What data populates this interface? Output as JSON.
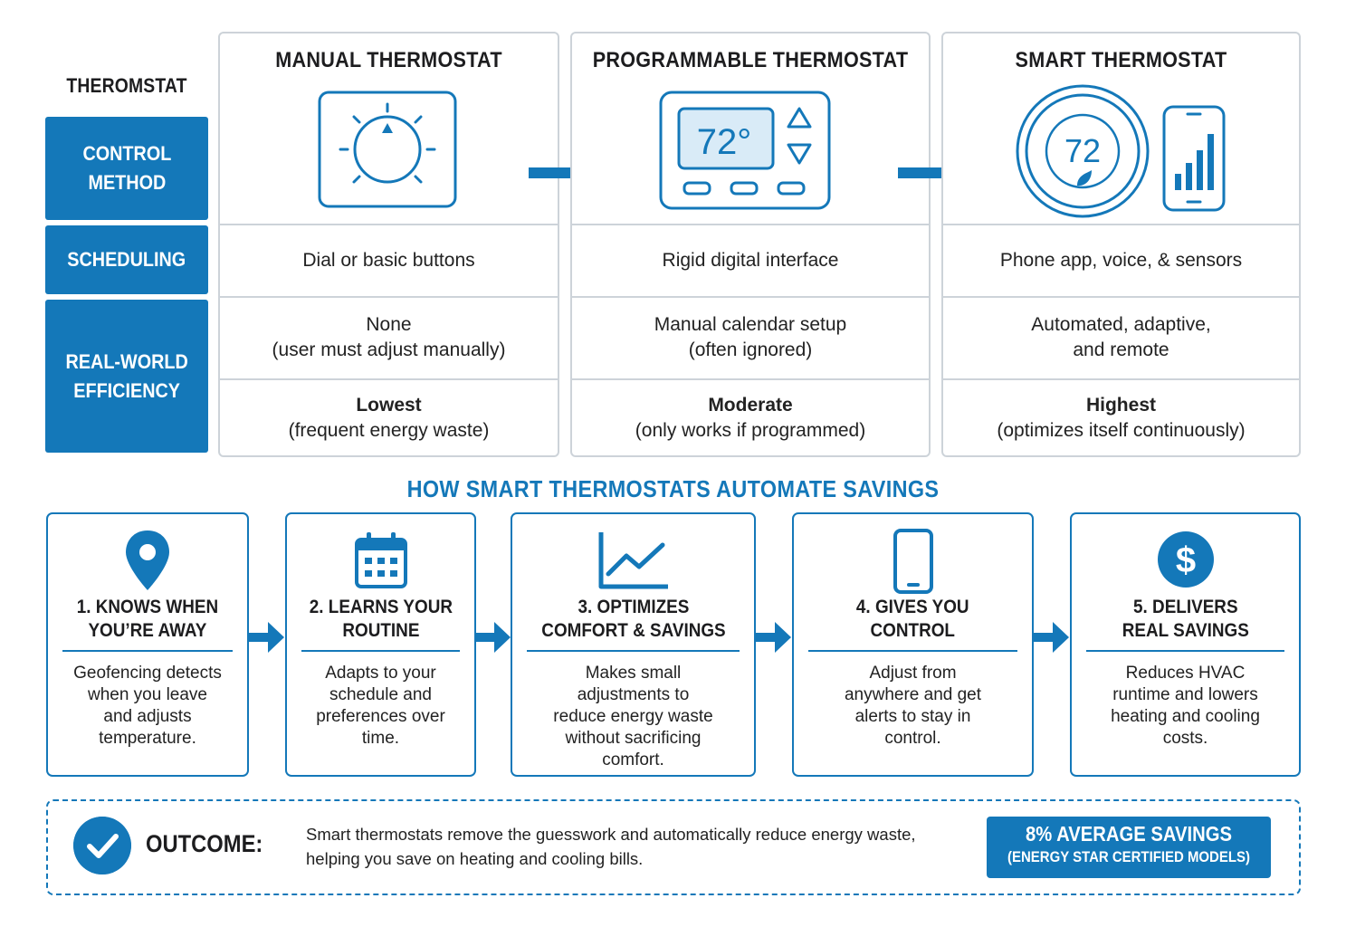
{
  "colors": {
    "accent": "#1478b9",
    "border": "#cdd3d9"
  },
  "table": {
    "corner_label": "THEROMSTAT",
    "row_labels": [
      "CONTROL\nMETHOD",
      "SCHEDULING",
      "REAL-WORLD\nEFFICIENCY"
    ],
    "columns": [
      {
        "title": "MANUAL THERMOSTAT",
        "icon": "dial-thermostat-icon",
        "control_method": "Dial or basic buttons",
        "scheduling_line1": "None",
        "scheduling_line2": "(user must adjust manually)",
        "efficiency_level": "Lowest",
        "efficiency_note": "(frequent energy waste)"
      },
      {
        "title": "PROGRAMMABLE THERMOSTAT",
        "icon": "digital-thermostat-icon",
        "display_value": "72°",
        "control_method": "Rigid digital interface",
        "scheduling_line1": "Manual calendar setup",
        "scheduling_line2": "(often ignored)",
        "efficiency_level": "Moderate",
        "efficiency_note": "(only works if programmed)"
      },
      {
        "title": "SMART THERMOSTAT",
        "icon": "smart-thermostat-icon",
        "display_value": "72",
        "control_method": "Phone app, voice, & sensors",
        "scheduling_line1": "Automated, adaptive,",
        "scheduling_line2": "and remote",
        "efficiency_level": "Highest",
        "efficiency_note": "(optimizes itself continuously)"
      }
    ]
  },
  "section_title": "HOW SMART THERMOSTATS AUTOMATE SAVINGS",
  "steps": [
    {
      "icon": "location-pin-icon",
      "title": "1. KNOWS WHEN\nYOU’RE AWAY",
      "text": "Geofencing detects\nwhen you leave\nand adjusts\ntemperature."
    },
    {
      "icon": "calendar-icon",
      "title": "2. LEARNS YOUR\nROUTINE",
      "text": "Adapts to your\nschedule and\npreferences over\ntime."
    },
    {
      "icon": "line-chart-icon",
      "title": "3. OPTIMIZES\nCOMFORT & SAVINGS",
      "text": "Makes small\nadjustments to\nreduce energy waste\nwithout sacrificing\ncomfort."
    },
    {
      "icon": "smartphone-icon",
      "title": "4. GIVES YOU\nCONTROL",
      "text": "Adjust from\nanywhere and get\nalerts to stay in\ncontrol."
    },
    {
      "icon": "dollar-icon",
      "title": "5. DELIVERS\nREAL SAVINGS",
      "text": "Reduces HVAC\nruntime and lowers\nheating and cooling\ncosts."
    }
  ],
  "outcome": {
    "label": "OUTCOME:",
    "text": "Smart thermostats remove the guesswork and automatically reduce energy waste,\nhelping you save on heating and cooling bills.",
    "savings_main": "8% AVERAGE SAVINGS",
    "savings_sub": "(ENERGY STAR CERTIFIED MODELS)"
  }
}
